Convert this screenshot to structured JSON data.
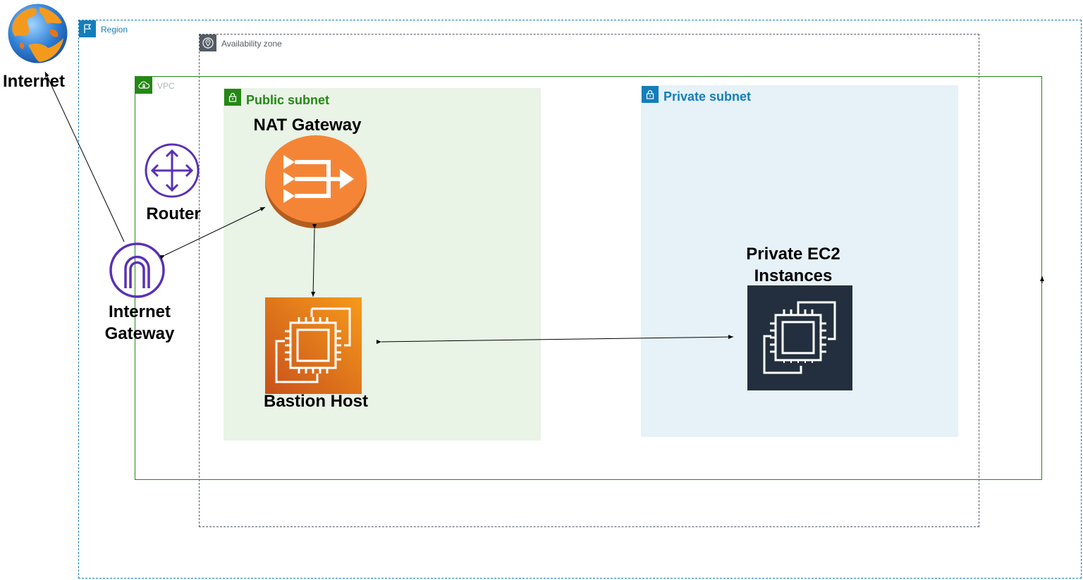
{
  "groups": {
    "region": {
      "label": "Region",
      "color": "#147eba",
      "icon": "flag-icon"
    },
    "availability_zone": {
      "label": "Availability zone",
      "color": "#545b64",
      "icon": "location-pin-icon"
    },
    "vpc": {
      "label": "VPC",
      "color": "#248814",
      "icon": "cloud-lock-icon"
    },
    "public_subnet": {
      "label": "Public subnet",
      "color": "#248814",
      "icon": "lock-icon"
    },
    "private_subnet": {
      "label": "Private subnet",
      "color": "#147eba",
      "icon": "lock-icon"
    }
  },
  "nodes": {
    "internet": {
      "label": "Internet",
      "icon": "globe-icon"
    },
    "router": {
      "label": "Router",
      "icon": "router-icon"
    },
    "internet_gateway": {
      "label_line1": "Internet",
      "label_line2": "Gateway",
      "icon": "internet-gateway-icon"
    },
    "nat_gateway": {
      "label": "NAT Gateway",
      "icon": "nat-gateway-icon",
      "color": "#f58536"
    },
    "bastion_host": {
      "label": "Bastion Host",
      "icon": "ec2-instances-icon",
      "color": "#ed7100"
    },
    "private_ec2": {
      "label_line1": "Private EC2",
      "label_line2": "Instances",
      "icon": "ec2-instances-icon",
      "color": "#232f3e"
    }
  }
}
